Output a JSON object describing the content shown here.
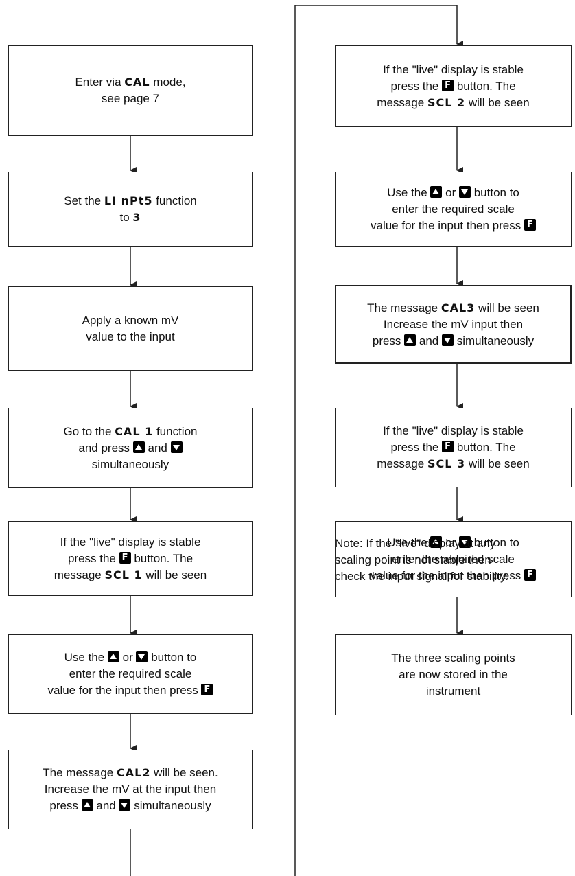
{
  "flow_left": {
    "step1": {
      "line1_pre": "Enter via ",
      "code": "CAL",
      "line1_post": " mode,",
      "line2": "see page 7"
    },
    "step2": {
      "line1_pre": "Set the ",
      "code": "LI nPt5",
      "line1_post": " function",
      "line2_pre": "to ",
      "code2": "3"
    },
    "step3": {
      "line1": "Apply a known mV",
      "line2": "value to the input"
    },
    "step4": {
      "line1_pre": "Go to the ",
      "code": "CAL 1",
      "line1_post": " function",
      "line2_pre": "and press ",
      "line2_mid": " and ",
      "line3": "simultaneously"
    },
    "step5": {
      "line1": "If the \"live\" display is stable",
      "line2_pre": "press the ",
      "line2_post": " button. The",
      "line3_pre": "message ",
      "code": "SCL 1",
      "line3_post": " will be seen"
    },
    "step6": {
      "line1_pre": "Use the ",
      "line1_mid": " or ",
      "line1_post": " button to",
      "line2": "enter the required scale",
      "line3": "value for the input then press "
    },
    "step7": {
      "line1_pre": "The message ",
      "code": "CAL2",
      "line1_post": " will be seen.",
      "line2": "Increase the mV at the input then",
      "line3_pre": "press ",
      "line3_mid": " and ",
      "line3_post": " simultaneously"
    }
  },
  "flow_right": {
    "step8": {
      "line1": "If the \"live\" display is stable",
      "line2_pre": "press the ",
      "line2_post": " button. The",
      "line3_pre": "message ",
      "code": "SCL 2",
      "line3_post": " will be seen"
    },
    "step9": {
      "line1_pre": "Use the ",
      "line1_mid": " or ",
      "line1_post": " button to",
      "line2": "enter the required scale",
      "line3": "value for the input then press "
    },
    "step10": {
      "line1_pre": "The message ",
      "code": "CAL3",
      "line1_post": " will be seen",
      "line2": "Increase the mV input then",
      "line3_pre": "press ",
      "line3_mid": " and ",
      "line3_post": " simultaneously"
    },
    "step11": {
      "line1": "If the \"live\" display is stable",
      "line2_pre": "press the ",
      "line2_post": " button. The",
      "line3_pre": "message ",
      "code": "SCL 3",
      "line3_post": " will be seen"
    },
    "step12": {
      "line1_pre": "Use the ",
      "line1_mid": " or ",
      "line1_post": " button to",
      "line2": "enter the required scale",
      "line3": "value for the input then press "
    },
    "step13": {
      "line1": "The three scaling points",
      "line2": "are now stored in the",
      "line3": "instrument"
    }
  },
  "note": {
    "line1": "Note: If the \"live\" display at any",
    "line2": "scaling point is not stable then",
    "line3": "check the input signal for stability."
  },
  "icons": {
    "up": "up-arrow-button-icon",
    "down": "down-arrow-button-icon",
    "f": "f-button-icon"
  },
  "colors": {
    "line": "#222222",
    "button": "#000000",
    "background": "#ffffff"
  }
}
